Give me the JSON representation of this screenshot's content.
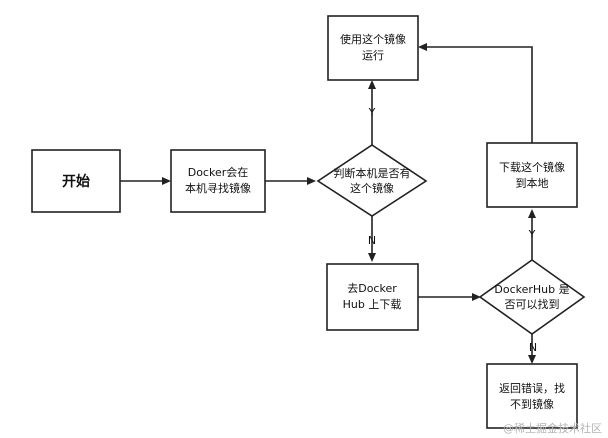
{
  "nodes": {
    "start": {
      "label": "开始"
    },
    "search_local": {
      "lines": [
        "Docker会在",
        "本机寻找镜像"
      ]
    },
    "check_local": {
      "lines": [
        "判断本机是否有",
        "这个镜像"
      ]
    },
    "run_image": {
      "lines": [
        "使用这个镜像",
        "运行"
      ]
    },
    "download_local": {
      "lines": [
        "下载这个镜像",
        "到本地"
      ]
    },
    "go_dockerhub": {
      "lines": [
        "去Docker",
        "Hub 上下载"
      ]
    },
    "check_hub": {
      "lines": [
        "DockerHub 是",
        "否可以找到"
      ]
    },
    "error": {
      "lines": [
        "返回错误，找",
        "不到镜像"
      ]
    }
  },
  "edge_labels": {
    "local_yes": "Y",
    "local_no": "N",
    "hub_yes": "Y",
    "hub_no": "N"
  },
  "watermark": "@稀土掘金技术社区",
  "colors": {
    "stroke": "#222222",
    "background": "#ffffff",
    "watermark": "#b5b5b5"
  }
}
